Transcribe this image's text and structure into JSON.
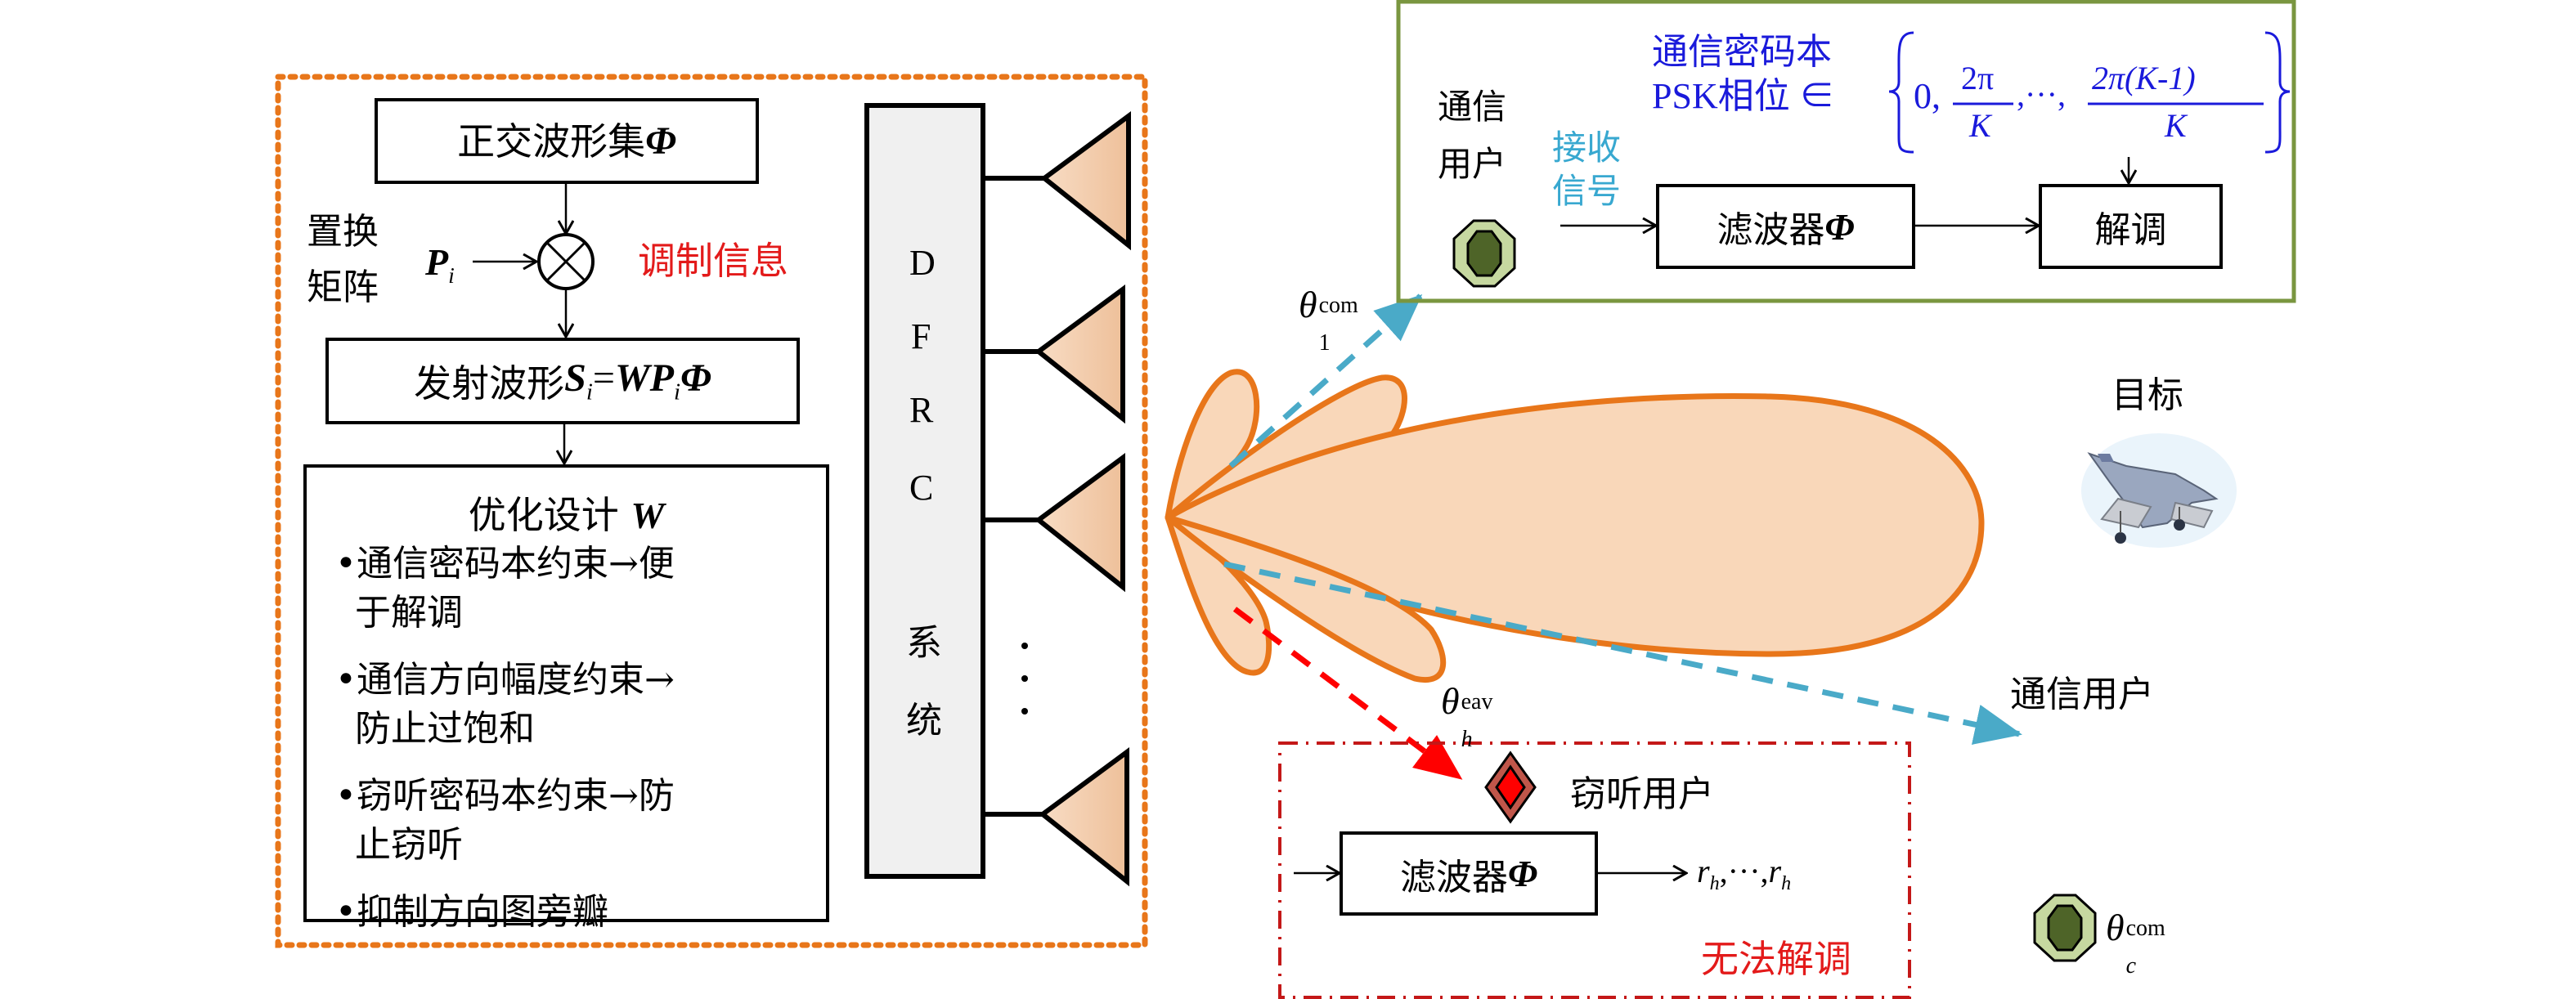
{
  "transmitter": {
    "orthogonal_set_label": "正交波形集",
    "orthogonal_set_symbol": "Φ",
    "permutation_label_line1": "置换",
    "permutation_label_line2": "矩阵",
    "permutation_symbol": "P",
    "permutation_sub": "i",
    "modulation_info_label": "调制信息",
    "transmit_waveform_label": "发射波形",
    "transmit_formula": {
      "S": "S",
      "i1": "i",
      "eq": "=",
      "WP": "WP",
      "i2": "i",
      "phi": "Φ"
    },
    "optimize_title": "优化设计",
    "optimize_symbol": "W",
    "constraints": [
      {
        "line1": "•通信密码本约束→便",
        "line2": "于解调"
      },
      {
        "line1": "•通信方向幅度约束→",
        "line2": "防止过饱和"
      },
      {
        "line1": "•窃听密码本约束→防",
        "line2": "止窃听"
      },
      {
        "line1": "•抑制方向图旁瓣",
        "line2": ""
      }
    ]
  },
  "dfrc": {
    "letters": [
      "D",
      "F",
      "R",
      "C"
    ],
    "system_chars": [
      "系",
      "统"
    ],
    "antenna_count_shown": 4,
    "ellipsis": "⋮"
  },
  "comm_user_box": {
    "user_label_line1": "通信",
    "user_label_line2": "用户",
    "receive_label_line1": "接收",
    "receive_label_line2": "信号",
    "codebook_line1": "通信密码本",
    "codebook_line2_prefix": "PSK相位 ∈",
    "codebook_set": {
      "first": "0,",
      "frac1_num": "2π",
      "frac1_den": "K",
      "mid": ",···,",
      "frac2_num": "2π(K-1)",
      "frac2_den": "K"
    },
    "filter_label": "滤波器",
    "filter_symbol": "Φ",
    "demod_label": "解调"
  },
  "angles": {
    "theta1_com": {
      "base": "θ",
      "sub": "1",
      "sup": "com"
    },
    "thetah_eav": {
      "base": "θ",
      "sub": "h",
      "sup": "eav"
    },
    "thetac_com": {
      "base": "θ",
      "sub": "c",
      "sup": "com"
    }
  },
  "target": {
    "label": "目标",
    "icon": "fighter-jet-icon"
  },
  "comm_user_2": {
    "label": "通信用户",
    "icon": "octagon-user-icon"
  },
  "eavesdropper_box": {
    "user_label": "窃听用户",
    "icon": "diamond-user-icon",
    "filter_label": "滤波器",
    "filter_symbol": "Φ",
    "output": {
      "r1": "r",
      "s1": "h",
      "dots": ",···,",
      "r2": "r",
      "s2": "h"
    },
    "result_label": "无法解调"
  },
  "colors": {
    "orange_border": "#e8761a",
    "beam_fill": "#f9d7b9",
    "beam_stroke": "#e8761a",
    "comm_green_border": "#7a9640",
    "octagon_outer": "#c6d8a0",
    "octagon_inner": "#4e6428",
    "comm_arrow": "#4aaac8",
    "eav_arrow": "#ff0000",
    "eav_box_border": "#c41818",
    "diamond_outer": "#c0564a",
    "diamond_inner": "#ff0000",
    "dfrc_fill": "#f0f0f0",
    "antenna_fill_start": "#f8dcc4",
    "antenna_fill_end": "#eec09a",
    "codebook_text": "#1a1adb",
    "receive_text": "#38a8d0",
    "red_text": "#e31a1a"
  }
}
